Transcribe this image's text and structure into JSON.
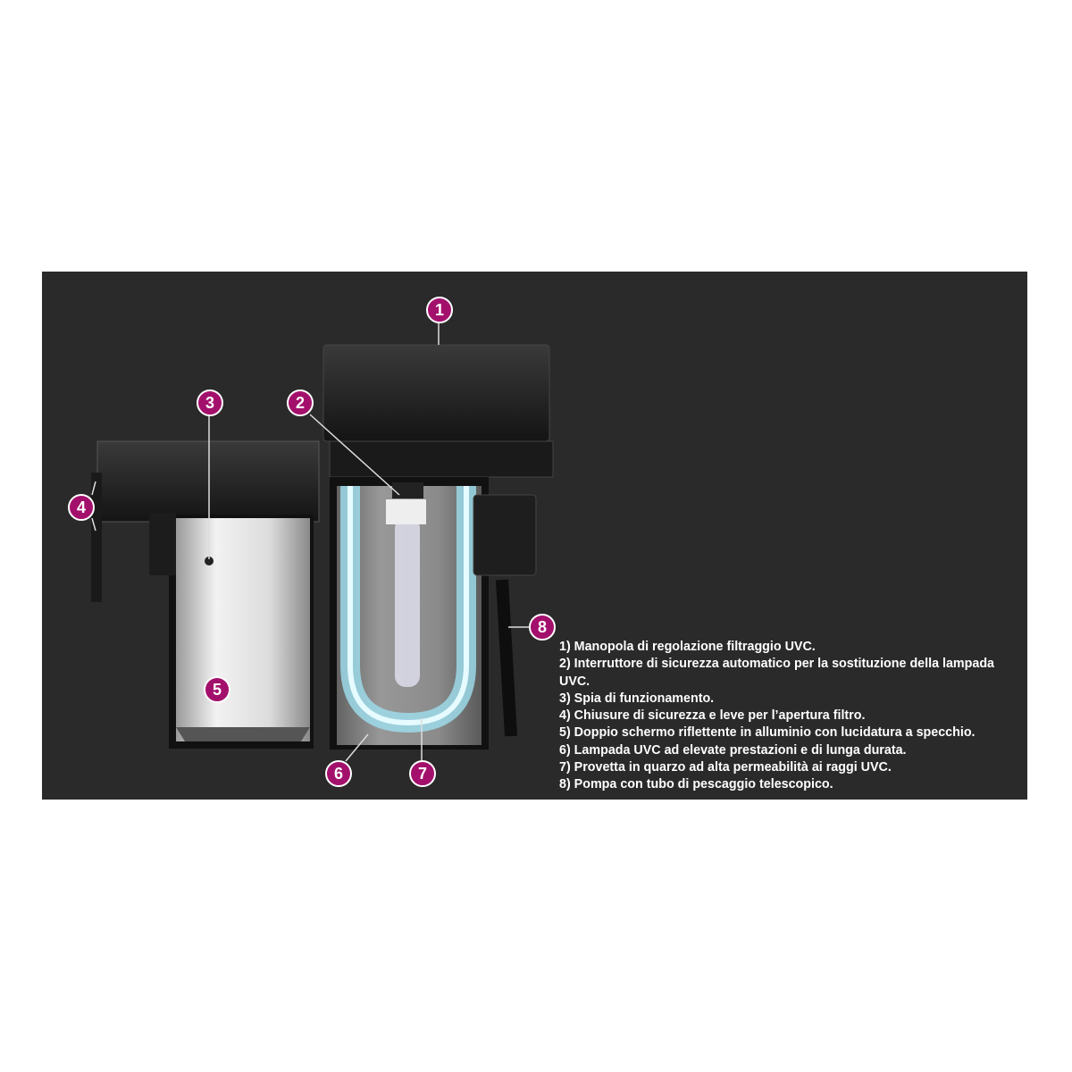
{
  "markers": [
    "1",
    "2",
    "3",
    "4",
    "5",
    "6",
    "7",
    "8"
  ],
  "legend": [
    "1) Manopola di regolazione filtraggio UVC.",
    "2) Interruttore di sicurezza automatico per la sostituzione della lampada UVC.",
    "3) Spia di funzionamento.",
    "4) Chiusure di sicurezza e leve per l’apertura filtro.",
    "5) Doppio schermo riflettente in alluminio con lucidatura a specchio.",
    "6) Lampada UVC ad elevate prestazioni e di lunga durata.",
    "7) Provetta in quarzo ad alta permeabilità ai raggi UVC.",
    "8) Pompa con tubo di pescaggio telescopico."
  ],
  "colors": {
    "panel": "#2a2a2a",
    "marker": "#a3106c",
    "uv_glow": "#9fe0f0"
  }
}
